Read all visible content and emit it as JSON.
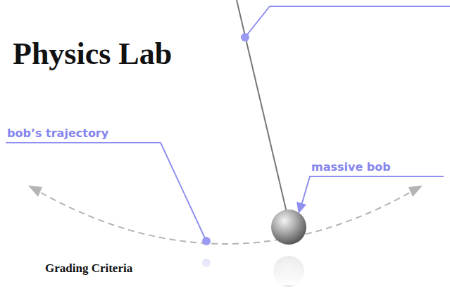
{
  "diagram": {
    "title": "Physics Lab",
    "labels": [
      "bob’s trajectory",
      "massive bob",
      "Grading Criteria"
    ]
  }
}
